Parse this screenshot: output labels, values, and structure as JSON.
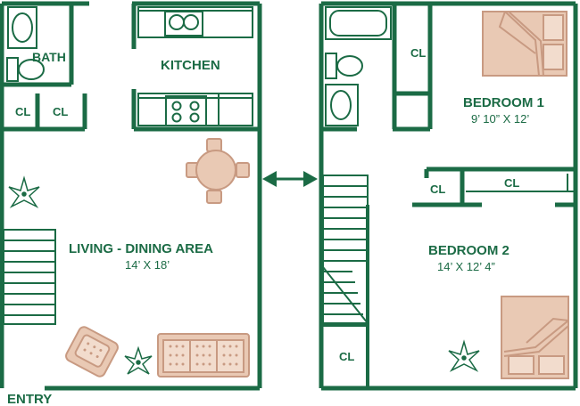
{
  "colors": {
    "wall": "#1b6b45",
    "furniture": "#e9c9b4",
    "furniture_stroke": "#c89a82",
    "plant": "#1b6b45"
  },
  "labels": {
    "bath": "BATH",
    "kitchen": "KITCHEN",
    "closet": "CL",
    "living_dining": "LIVING - DINING AREA",
    "living_dining_dim": "14’ X 18’",
    "entry": "ENTRY",
    "bedroom1": "BEDROOM 1",
    "bedroom1_dim": "9’ 10” X 12’",
    "bedroom2": "BEDROOM 2",
    "bedroom2_dim": "14’ X 12’ 4”"
  },
  "icons": {
    "connector": "double-arrow-icon",
    "plant": "plant-icon"
  }
}
